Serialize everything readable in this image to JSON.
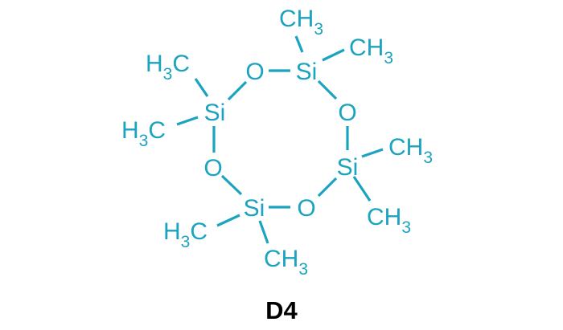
{
  "diagram": {
    "type": "chemical-structure",
    "label": "D4",
    "color": "#1BA3BF",
    "label_color": "#000000",
    "atoms": {
      "si_top": "Si",
      "si_left": "Si",
      "si_right": "Si",
      "si_bottom": "Si",
      "o_top": "O",
      "o_right": "O",
      "o_left": "O",
      "o_bottom": "O"
    },
    "methyls": {
      "top_up": {
        "main": "CH",
        "sub": "3"
      },
      "top_right": {
        "main": "CH",
        "sub": "3"
      },
      "left_upper": {
        "pre": "H",
        "sub": "3",
        "post": "C"
      },
      "left_lower": {
        "pre": "H",
        "sub": "3",
        "post": "C"
      },
      "right_upper": {
        "main": "CH",
        "sub": "3"
      },
      "right_lower": {
        "main": "CH",
        "sub": "3"
      },
      "bottom_left": {
        "pre": "H",
        "sub": "3",
        "post": "C"
      },
      "bottom_down": {
        "main": "CH",
        "sub": "3"
      }
    }
  }
}
